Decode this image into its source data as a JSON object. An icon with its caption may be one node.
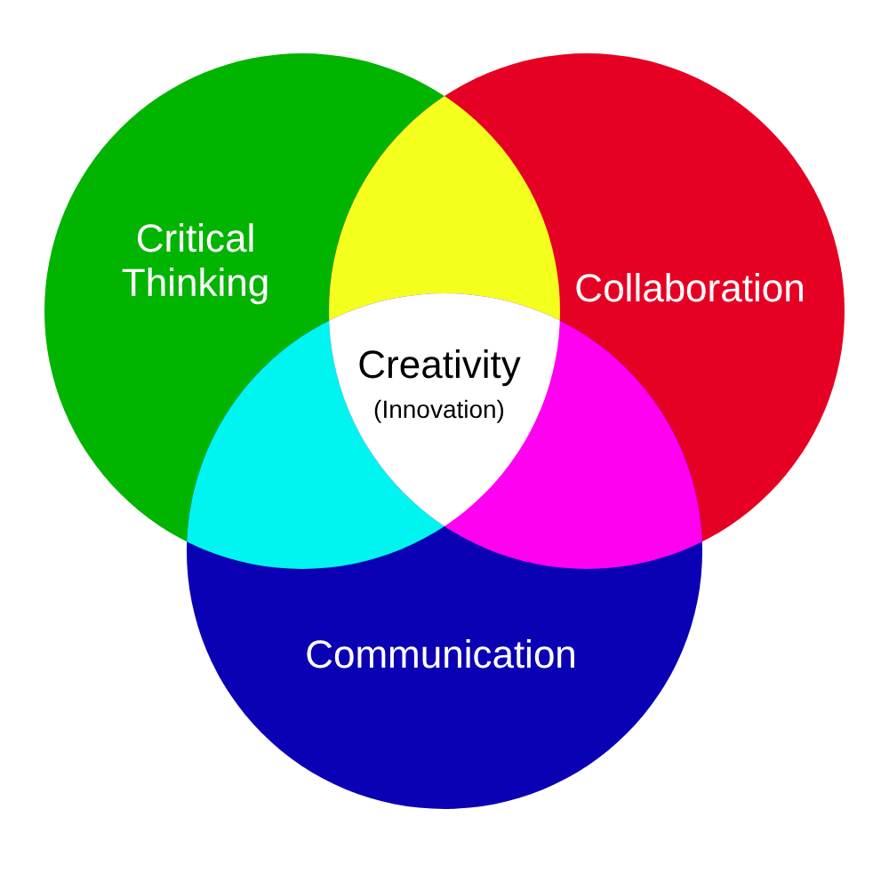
{
  "diagram": {
    "nodes": [
      {
        "text": [
          "Critical Thinking"
        ]
      },
      {
        "text": [
          "Collaboration"
        ]
      },
      {
        "text": [
          "Communication"
        ]
      },
      {
        "text": [
          "Creativity",
          "(Innovation)"
        ]
      }
    ]
  }
}
